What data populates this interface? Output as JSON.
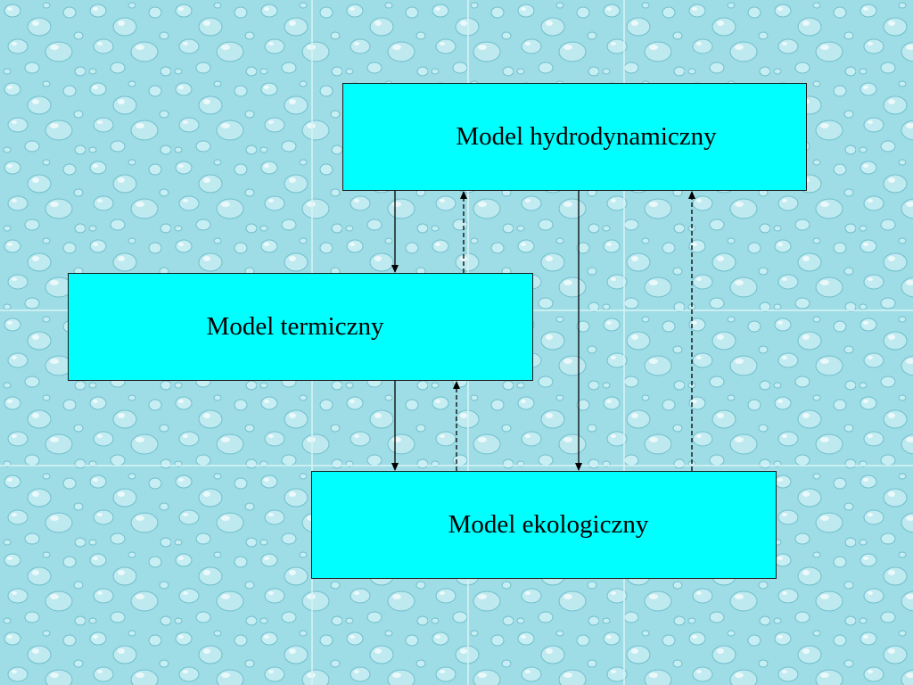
{
  "colors": {
    "box_fill": "#00ffff",
    "box_border": "#1a1a1a",
    "arrow": "#000000",
    "background": "#9fdde6",
    "background_drop": "#c6eef3",
    "background_grid": "#d8f3f6"
  },
  "diagram": {
    "nodes": [
      {
        "id": "hydro",
        "label": "Model hydrodynamiczny"
      },
      {
        "id": "termiczny",
        "label": "Model termiczny"
      },
      {
        "id": "ekologiczny",
        "label": "Model ekologiczny"
      }
    ],
    "edges": [
      {
        "from": "hydro",
        "to": "termiczny",
        "style": "solid"
      },
      {
        "from": "termiczny",
        "to": "hydro",
        "style": "dashed"
      },
      {
        "from": "hydro",
        "to": "ekologiczny",
        "style": "solid"
      },
      {
        "from": "ekologiczny",
        "to": "hydro",
        "style": "dashed"
      },
      {
        "from": "termiczny",
        "to": "ekologiczny",
        "style": "solid"
      },
      {
        "from": "ekologiczny",
        "to": "termiczny",
        "style": "dashed"
      }
    ]
  }
}
